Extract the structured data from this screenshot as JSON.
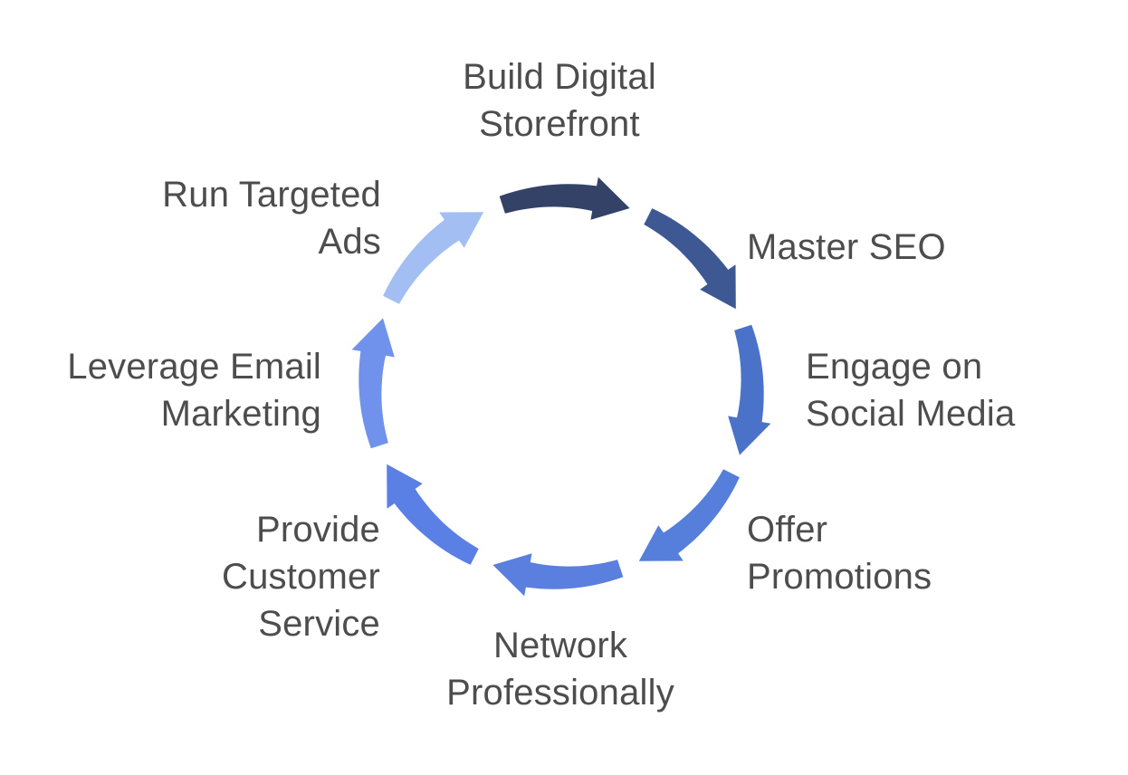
{
  "diagram": {
    "background": "#ffffff",
    "text_color": "#4d4d4d",
    "steps": [
      {
        "id": "build-digital-storefront",
        "label": "Build Digital\nStorefront",
        "arrow_color": "#344267"
      },
      {
        "id": "master-seo",
        "label": "Master SEO",
        "arrow_color": "#3d5892"
      },
      {
        "id": "engage-on-social-media",
        "label": "Engage on\nSocial Media",
        "arrow_color": "#4a72c8"
      },
      {
        "id": "offer-promotions",
        "label": "Offer\nPromotions",
        "arrow_color": "#567fdc"
      },
      {
        "id": "network-professionally",
        "label": "Network\nProfessionally",
        "arrow_color": "#5a7fde"
      },
      {
        "id": "provide-customer-service",
        "label": "Provide\nCustomer\nService",
        "arrow_color": "#5a80e6"
      },
      {
        "id": "leverage-email-marketing",
        "label": "Leverage Email\nMarketing",
        "arrow_color": "#7092ec"
      },
      {
        "id": "run-targeted-ads",
        "label": "Run Targeted\nAds",
        "arrow_color": "#a2bef2"
      }
    ]
  }
}
